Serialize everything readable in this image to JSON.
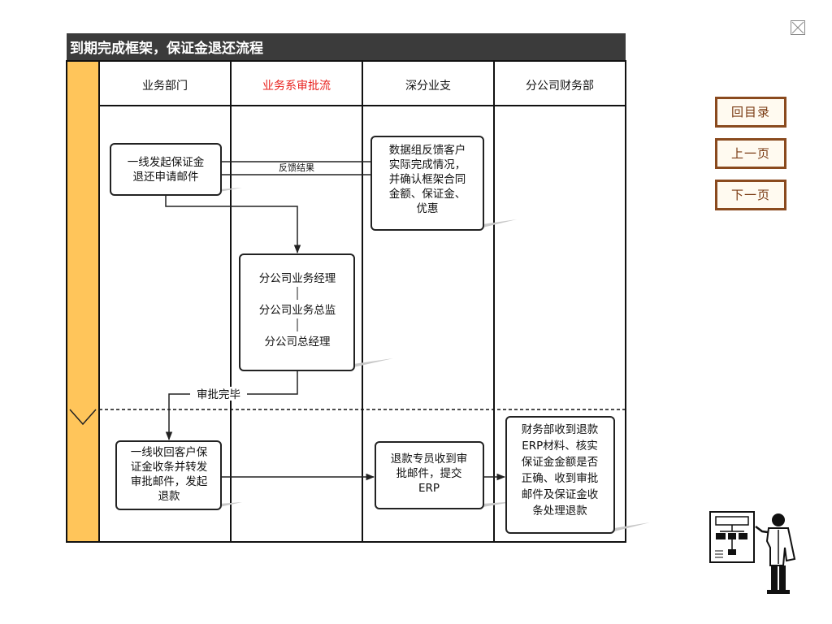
{
  "title": "到期完成框架，保证金退还流程",
  "lanes": [
    "业务部门",
    "业务系审批流",
    "深分业支",
    "分公司财务部"
  ],
  "lane_highlight_color": "#e8211d",
  "side_bar_color": "#ffc55a",
  "header_bar_color": "#3b3b3b",
  "boxes": {
    "initiate": [
      "一线发起保证金",
      "退还申请邮件"
    ],
    "feedback": [
      "数据组反馈客户",
      "实际完成情况，",
      "并确认框架合同",
      "金额、保证金、",
      "优惠"
    ],
    "approval_chain": [
      "分公司业务经理",
      "分公司业务总监",
      "分公司总经理"
    ],
    "collect": [
      "一线收回客户保",
      "证金收条并转发",
      "审批邮件，发起",
      "退款"
    ],
    "refund_submit": [
      "退款专员收到审",
      "批邮件，提交",
      "ERP"
    ],
    "finance": [
      "财务部收到退款",
      "ERP材料、核实",
      "保证金金额是否",
      "正确、收到审批",
      "邮件及保证金收",
      "条处理退款"
    ]
  },
  "edge_labels": {
    "feedback_result": "反馈结果",
    "approval_done": "审批完毕"
  },
  "nav": {
    "toc": "回目录",
    "prev": "上一页",
    "next": "下一页"
  },
  "icons": {
    "close": "close-icon",
    "figure": "presenter-flowchart-icon"
  }
}
